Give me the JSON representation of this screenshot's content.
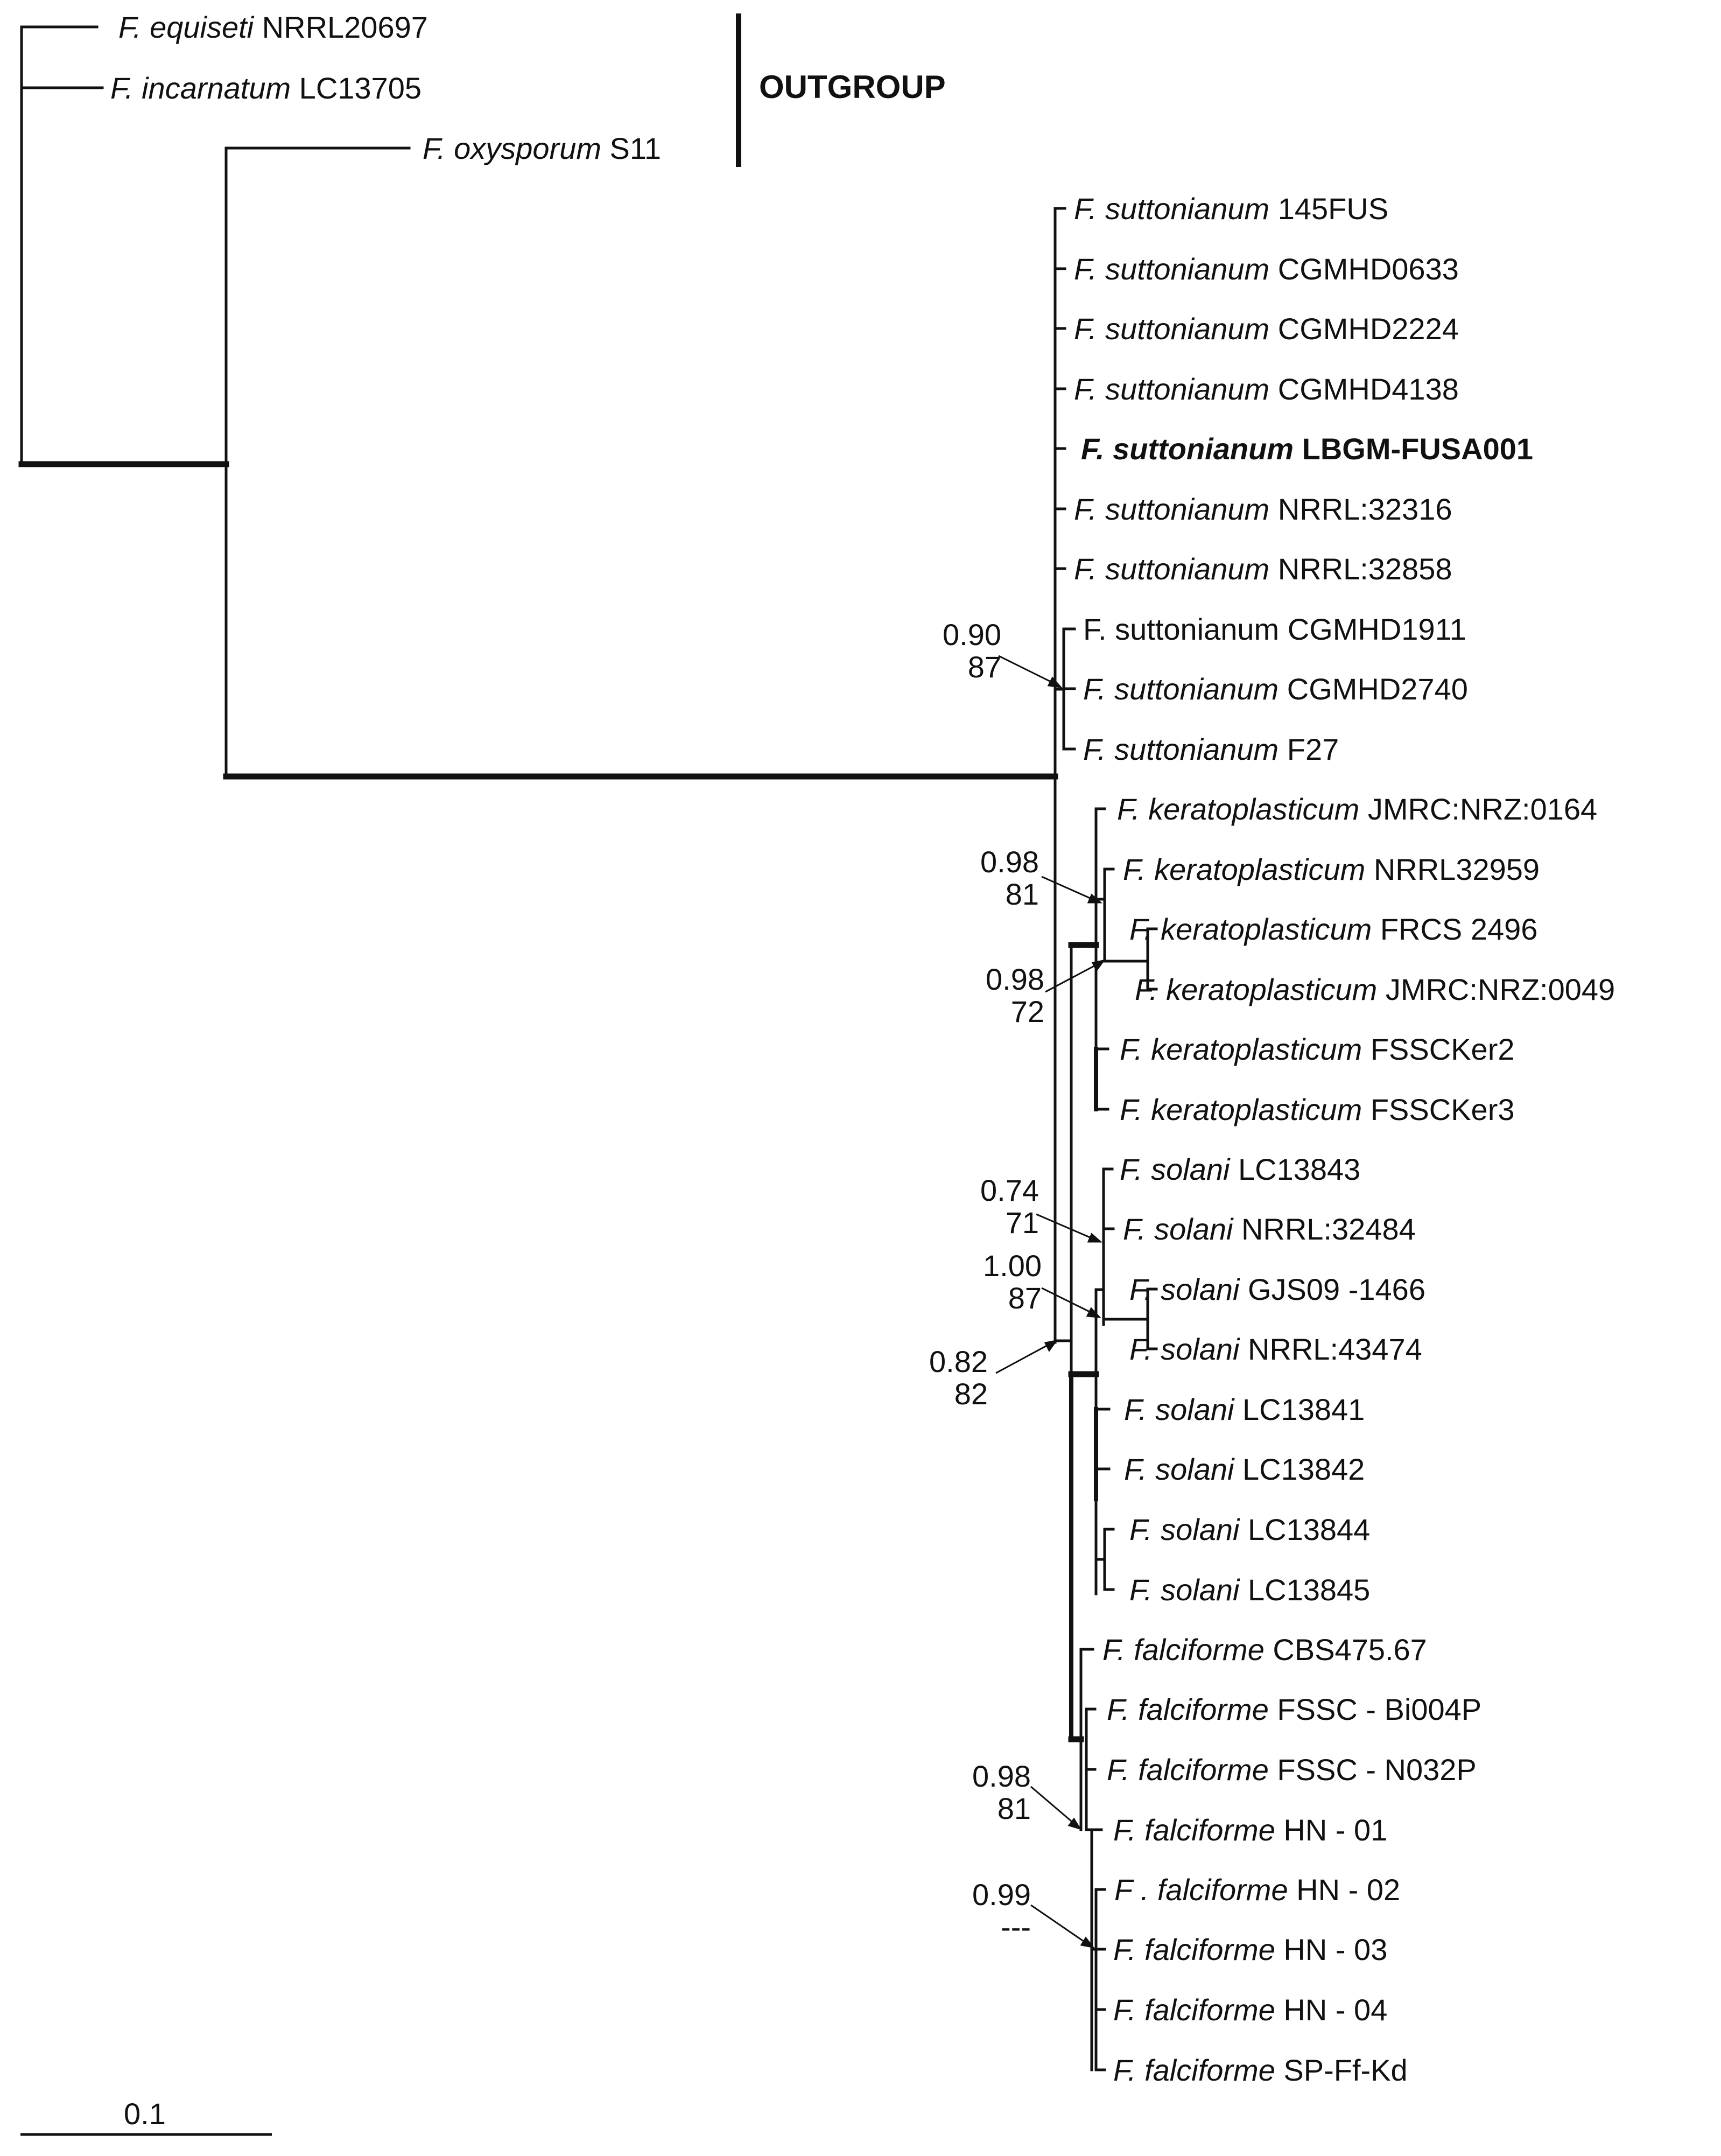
{
  "taxa": [
    {
      "genus": "F. equiseti",
      "strain": "NRRL20697"
    },
    {
      "genus": "F. incarnatum",
      "strain": "LC13705"
    },
    {
      "genus": "F. oxysporum",
      "strain": "S11"
    },
    {
      "genus": "F. suttonianum",
      "strain": "145FUS"
    },
    {
      "genus": "F. suttonianum",
      "strain": "CGMHD0633"
    },
    {
      "genus": "F. suttonianum",
      "strain": "CGMHD2224"
    },
    {
      "genus": "F. suttonianum",
      "strain": "CGMHD4138"
    },
    {
      "genus": "F. suttonianum",
      "strain": "LBGM-FUSA001",
      "bold": true
    },
    {
      "genus": "F. suttonianum",
      "strain": "NRRL:32316"
    },
    {
      "genus": "F. suttonianum",
      "strain": "NRRL:32858"
    },
    {
      "genus": "F. suttonianum",
      "strain": "CGMHD1911",
      "upright": true
    },
    {
      "genus": "F. suttonianum",
      "strain": "CGMHD2740"
    },
    {
      "genus": "F. suttonianum",
      "strain": "F27"
    },
    {
      "genus": "F. keratoplasticum",
      "strain": "JMRC:NRZ:0164"
    },
    {
      "genus": "F. keratoplasticum",
      "strain": "NRRL32959"
    },
    {
      "genus": "F. keratoplasticum",
      "strain": "FRCS 2496"
    },
    {
      "genus": "F. keratoplasticum",
      "strain": "JMRC:NRZ:0049"
    },
    {
      "genus": "F. keratoplasticum",
      "strain": "FSSCKer2"
    },
    {
      "genus": "F. keratoplasticum",
      "strain": "FSSCKer3"
    },
    {
      "genus": "F. solani",
      "strain": "LC13843"
    },
    {
      "genus": "F. solani",
      "strain": "NRRL:32484"
    },
    {
      "genus": "F. solani",
      "strain": "GJS09 -1466"
    },
    {
      "genus": "F. solani",
      "strain": "NRRL:43474"
    },
    {
      "genus": "F. solani",
      "strain": "LC13841"
    },
    {
      "genus": "F. solani",
      "strain": "LC13842"
    },
    {
      "genus": "F. solani",
      "strain": "LC13844"
    },
    {
      "genus": "F. solani",
      "strain": "LC13845"
    },
    {
      "genus": "F. falciforme",
      "strain": "CBS475.67"
    },
    {
      "genus": "F. falciforme",
      "strain": "FSSC - Bi004P"
    },
    {
      "genus": "F. falciforme",
      "strain": "FSSC - N032P"
    },
    {
      "genus": "F. falciforme",
      "strain": "HN - 01"
    },
    {
      "genus": "F . falciforme",
      "strain": "HN - 02"
    },
    {
      "genus": "F. falciforme",
      "strain": "HN - 03"
    },
    {
      "genus": "F. falciforme",
      "strain": "HN - 04"
    },
    {
      "genus": "F. falciforme",
      "strain": "SP-Ff-Kd"
    }
  ],
  "outgroup_label": "OUTGROUP",
  "support_values": [
    {
      "pp": "0.90",
      "bs": "87"
    },
    {
      "pp": "0.98",
      "bs": "81"
    },
    {
      "pp": "0.98",
      "bs": "72"
    },
    {
      "pp": "0.74",
      "bs": "71"
    },
    {
      "pp": "1.00",
      "bs": "87"
    },
    {
      "pp": "0.82",
      "bs": "82"
    },
    {
      "pp": "0.98",
      "bs": "81"
    },
    {
      "pp": "0.99",
      "bs": "---"
    }
  ],
  "scale_bar_label": "0.1"
}
